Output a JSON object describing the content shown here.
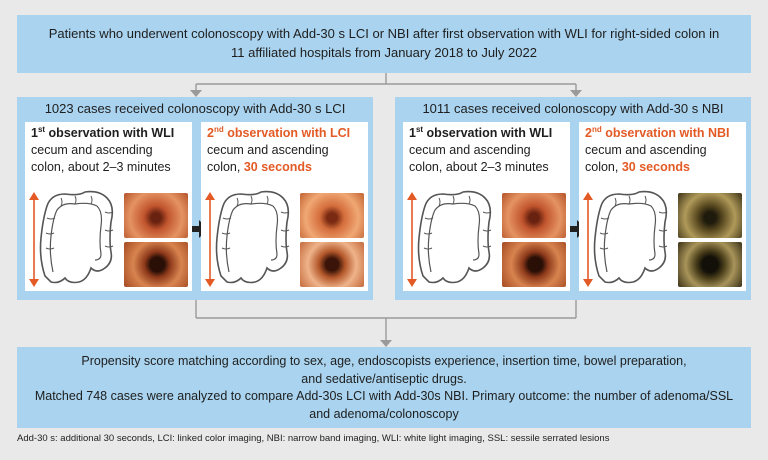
{
  "top_box": {
    "line1": "Patients who underwent colonoscopy with Add-30 s LCI or NBI after first observation with WLI for right-sided colon in",
    "line2": "11 affiliated hospitals from January 2018 to July 2022"
  },
  "arms": [
    {
      "title": "1023 cases received colonoscopy with Add-30 s LCI",
      "first": {
        "ordinal": "1",
        "sup": "st",
        "heading": " observation with WLI",
        "line1": "cecum and ascending",
        "line2": "colon, about 2–3 minutes"
      },
      "second": {
        "ordinal": "2",
        "sup": "nd",
        "heading": " observation with LCI",
        "line1": "cecum and ascending",
        "line2_prefix": "colon, ",
        "line2_bold": "30 seconds"
      }
    },
    {
      "title": "1011 cases received colonoscopy with Add-30 s NBI",
      "first": {
        "ordinal": "1",
        "sup": "st",
        "heading": " observation with WLI",
        "line1": "cecum and ascending",
        "line2": "colon, about 2–3 minutes"
      },
      "second": {
        "ordinal": "2",
        "sup": "nd",
        "heading": " observation with NBI",
        "line1": "cecum and ascending",
        "line2_prefix": "colon, ",
        "line2_bold": "30 seconds"
      }
    }
  ],
  "bottom_box": {
    "line1": "Propensity score matching according to sex, age, endoscopists experience, insertion time, bowel preparation,",
    "line2": "and sedative/antiseptic drugs.",
    "line3": "Matched 748 cases were analyzed to compare Add-30s LCI with Add-30s NBI. Primary outcome: the number of adenoma/SSL",
    "line4": "and adenoma/colonoscopy"
  },
  "footnote": "Add-30 s: additional 30 seconds, LCI: linked color imaging, NBI: narrow band imaging, WLI: white light imaging, SSL: sessile serrated lesions",
  "colors": {
    "box_fill": "#a9d3ee",
    "accent_orange": "#e35a25",
    "connector": "#9a9a9a",
    "background": "#e9e9e9"
  }
}
